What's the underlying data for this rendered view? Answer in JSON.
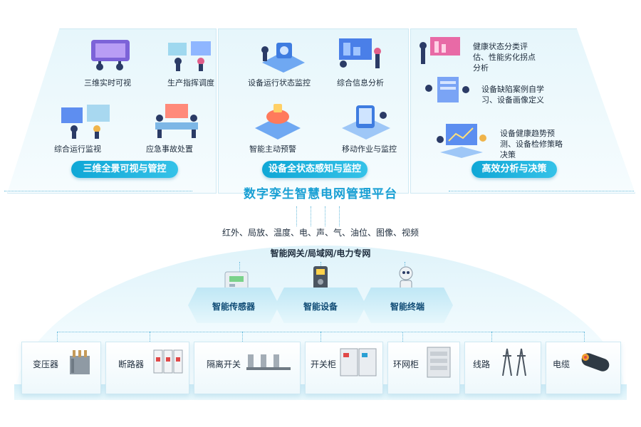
{
  "platform": {
    "title": "数字孪生智慧电网管理平台",
    "sections": [
      {
        "title": "三维全景可视与管控",
        "features": [
          "三维实时可视",
          "生产指挥调度",
          "综合运行监视",
          "应急事故处置"
        ]
      },
      {
        "title": "设备全状态感知与监控",
        "features": [
          "设备运行状态监控",
          "综合信息分析",
          "智能主动预警",
          "移动作业与监控"
        ]
      },
      {
        "title": "高效分析与决策",
        "features": [
          "健康状态分类评估、性能劣化拐点分析",
          "设备缺陷案例自学习、设备画像定义",
          "设备健康趋势预测、设备检修策略决策"
        ]
      }
    ]
  },
  "sensing": {
    "data_types": "红外、局放、温度、电、声、气、油位、图像、视频",
    "network": "智能网关/局域网/电力专网",
    "devices": [
      "智能传感器",
      "智能设备",
      "智能终端"
    ]
  },
  "equipment": [
    "变压器",
    "断路器",
    "隔离开关",
    "开关柜",
    "环网柜",
    "线路",
    "电缆"
  ],
  "colors": {
    "accent": "#1aa0d4",
    "button": "#0fa7d6",
    "panel_bg": "#e6f6fb"
  }
}
